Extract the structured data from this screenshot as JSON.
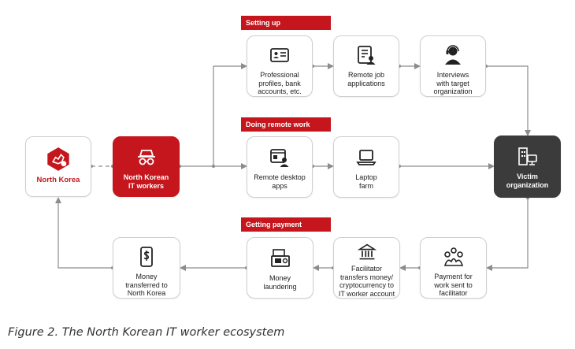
{
  "stages": {
    "setting_up": "Setting up",
    "doing_remote_work": "Doing remote work",
    "getting_payment": "Getting payment"
  },
  "nodes": {
    "north_korea": "North Korea",
    "it_workers": "North Korean\nIT workers",
    "profiles": "Professional\nprofiles, bank\naccounts, etc.",
    "job_apps": "Remote job\napplications",
    "interviews": "Interviews\nwith target\norganization",
    "remote_desktop": "Remote desktop\napps",
    "laptop_farm": "Laptop\nfarm",
    "victim": "Victim\norganization",
    "payment": "Payment for\nwork sent to\nfacilitator",
    "facilitator": "Facilitator\ntransfers money/\ncryptocurrency to\nIT worker account",
    "laundering": "Money\nlaundering",
    "transferred": "Money\ntransferred to\nNorth Korea"
  },
  "icons": {
    "north_korea": "map-badge-icon",
    "it_workers": "spy-icon",
    "profiles": "id-card-icon",
    "job_apps": "application-list-icon",
    "interviews": "interview-person-icon",
    "remote_desktop": "remote-desktop-icon",
    "laptop_farm": "laptop-icon",
    "victim": "building-computer-icon",
    "payment": "people-group-icon",
    "facilitator": "bank-icon",
    "laundering": "cash-register-icon",
    "transferred": "phone-money-icon"
  },
  "colors": {
    "accent_red": "#c4161c",
    "dark_node": "#3b3b3b",
    "connector": "#8c8c8c"
  },
  "caption": "Figure 2. The North Korean IT worker ecosystem"
}
